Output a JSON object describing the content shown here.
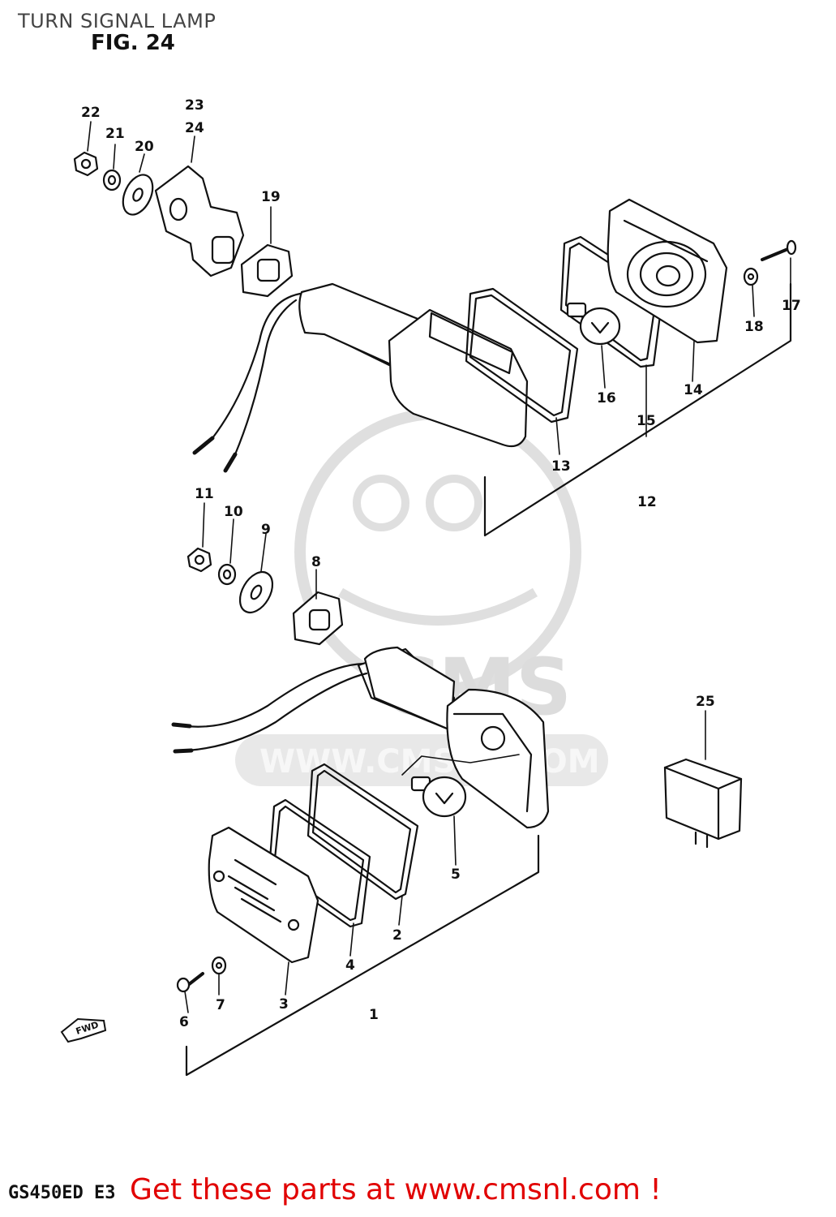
{
  "header": {
    "title": "TURN SIGNAL LAMP",
    "figure": "FIG. 24"
  },
  "diagram": {
    "callouts": [
      "1",
      "2",
      "3",
      "4",
      "5",
      "6",
      "7",
      "8",
      "9",
      "10",
      "11",
      "12",
      "13",
      "14",
      "15",
      "16",
      "17",
      "18",
      "19",
      "20",
      "21",
      "22",
      "23",
      "24",
      "25"
    ],
    "direction_marker": "FWD"
  },
  "watermark": {
    "logo_text": "CMS",
    "url": "WWW.CMSNL.COM"
  },
  "footer": {
    "model_code": "GS450ED E3",
    "cta_text": "Get these parts at www.cmsnl.com !"
  },
  "colors": {
    "line": "#111111",
    "watermark": "#d9d9d9",
    "cta": "#e10000"
  }
}
